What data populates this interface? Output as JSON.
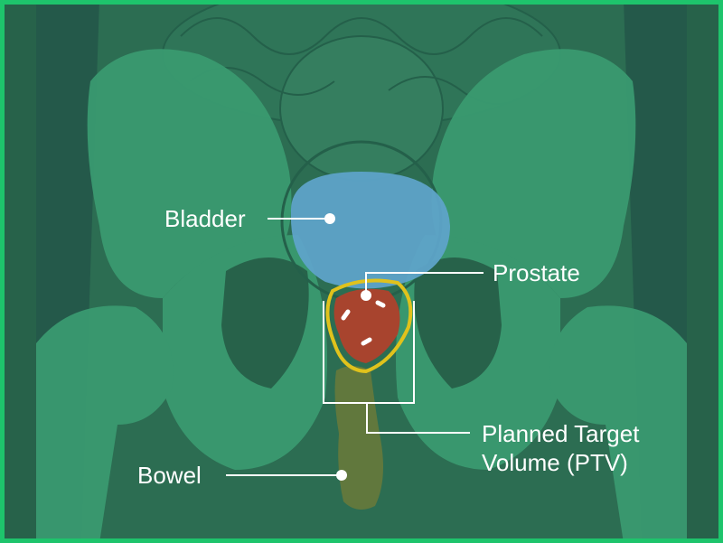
{
  "labels": {
    "bladder": "Bladder",
    "prostate": "Prostate",
    "ptv_line1": "Planned Target",
    "ptv_line2": "Volume  (PTV)",
    "bowel": "Bowel"
  },
  "colors": {
    "frame": "#1ec46c",
    "background": "#27624a",
    "bone": "#3a9a70",
    "bladder": "#5ea3c8",
    "prostate": "#a8442e",
    "ptv_outline": "#e0c21c",
    "bowel": "#6b7a3a"
  }
}
